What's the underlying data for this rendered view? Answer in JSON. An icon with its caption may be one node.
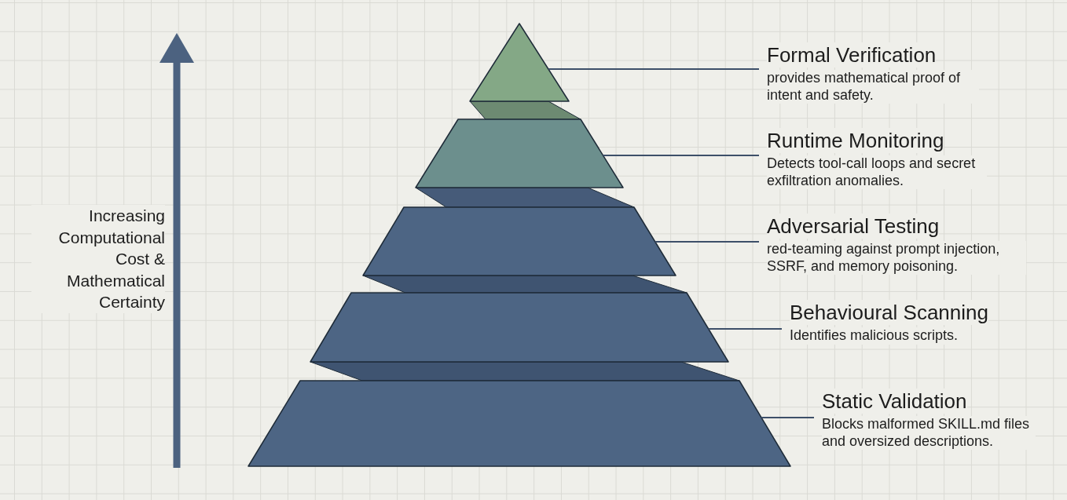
{
  "diagram": {
    "nodes": [
      {
        "text": [],
        "shape": "triangle"
      },
      {
        "text": [
          "Formal Verification",
          "provides mathematical proof of intent and safety."
        ]
      },
      {
        "text": [],
        "shape": "trapezoid"
      },
      {
        "text": [
          "Runtime Monitoring",
          "Detects tool-call loops and secret exfiltration anomalies."
        ]
      },
      {
        "text": [],
        "shape": "trapezoid"
      },
      {
        "text": [
          "Adversarial Testing",
          "red-teaming against prompt injection, SSRF, and memory poisoning."
        ]
      },
      {
        "text": [],
        "shape": "trapezoid"
      },
      {
        "text": [
          "Behavioural Scanning",
          "Identifies malicious scripts."
        ]
      },
      {
        "text": [],
        "shape": "trapezoid"
      },
      {
        "text": [
          "Static Validation",
          "Blocks malformed SKILL.md files and oversized descriptions."
        ]
      }
    ],
    "edges": [
      {
        "from": 1,
        "to": 0,
        "arrow": "none"
      },
      {
        "from": 3,
        "to": 2,
        "arrow": "none"
      },
      {
        "from": 5,
        "to": 4,
        "arrow": "none"
      },
      {
        "from": 7,
        "to": 6,
        "arrow": "none"
      },
      {
        "from": 9,
        "to": 8,
        "arrow": "none"
      }
    ],
    "labels": [
      "Increasing Computational Cost & Mathematical Certainty"
    ]
  }
}
